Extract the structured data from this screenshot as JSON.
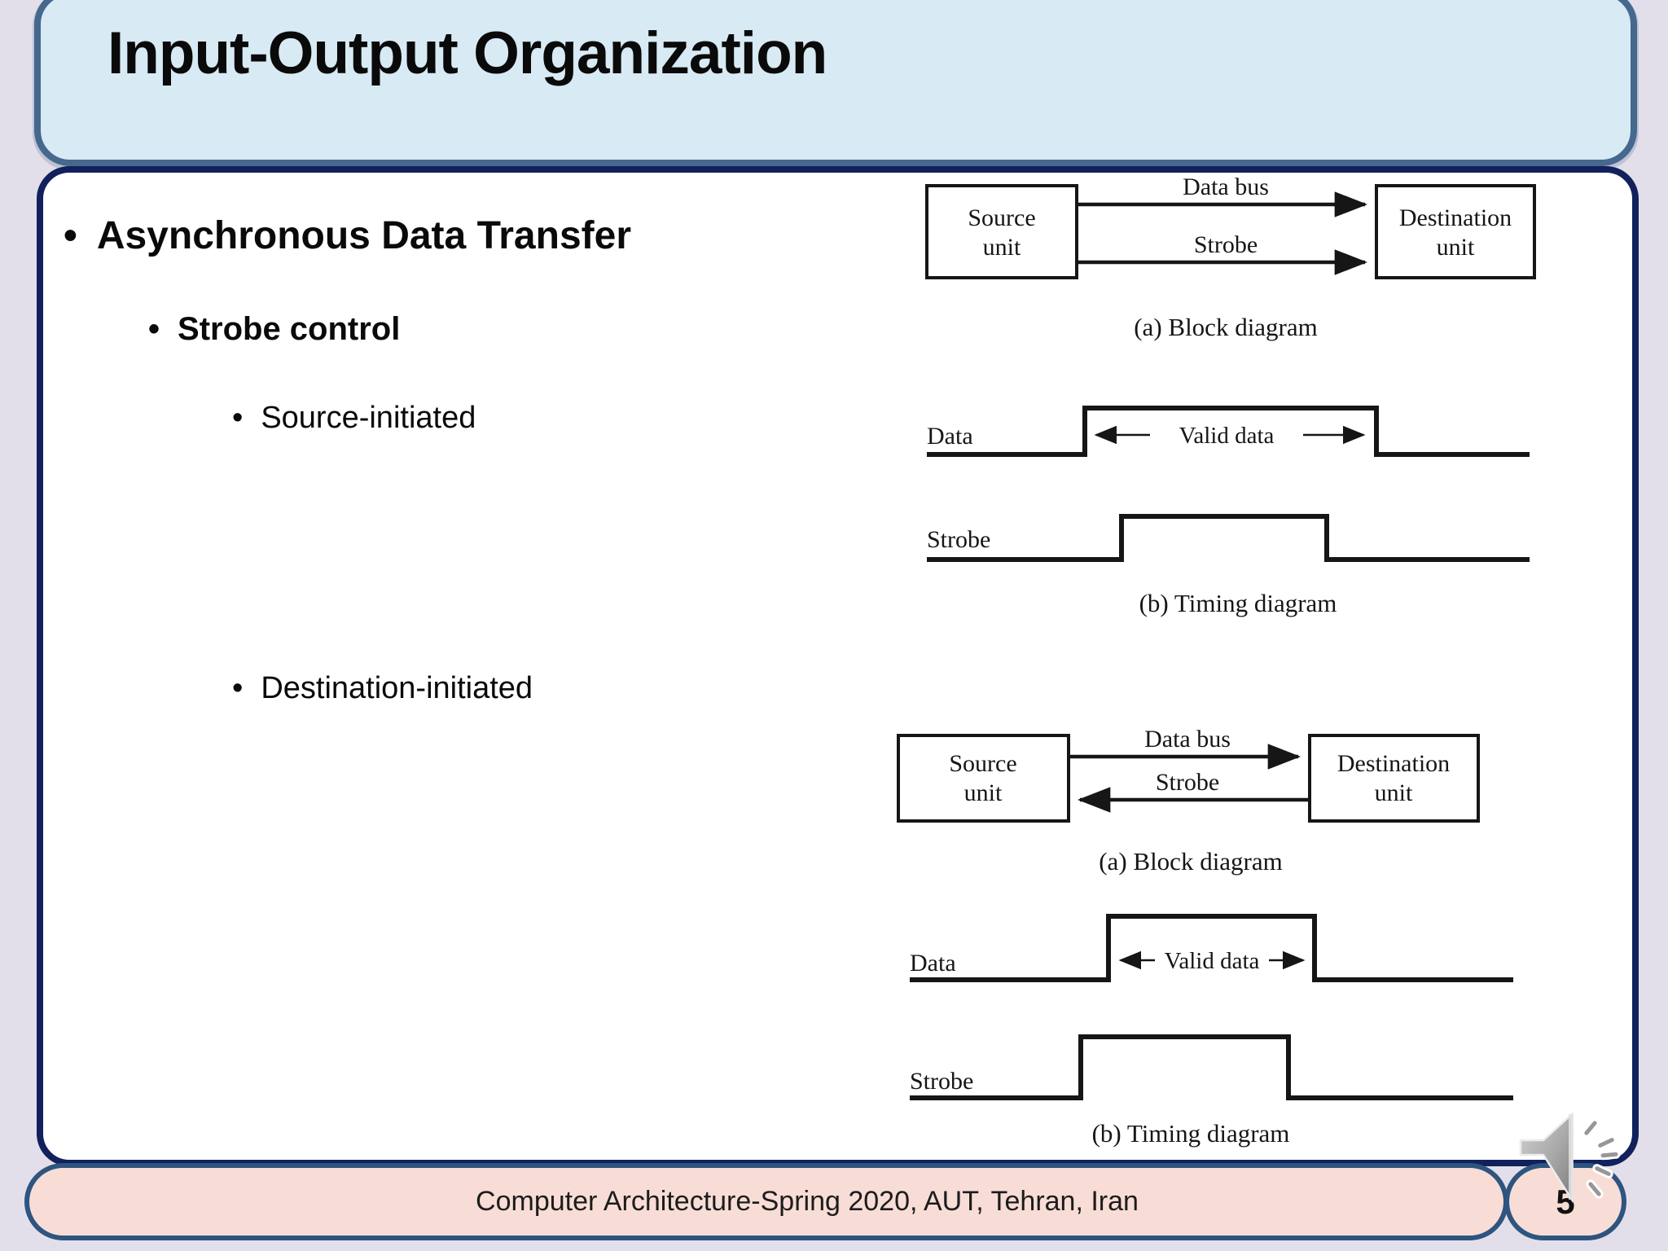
{
  "colors": {
    "page_bg": "#e3dfea",
    "title_fill": "#d8eaf3",
    "title_border": "#46688f",
    "content_border": "#12215c",
    "footer_fill": "#f8ddd6",
    "footer_border": "#2e5480",
    "ink": "#161616",
    "text_color": "#0a0a0a",
    "speaker_gray": "#a9a9a9"
  },
  "slide": {
    "title": "Input-Output Organization",
    "bullet_char": "•",
    "bullets": [
      {
        "label": "Asynchronous Data Transfer",
        "level": 1
      },
      {
        "label": "Strobe control",
        "level": 2
      },
      {
        "label": "Source-initiated",
        "level": 3
      },
      {
        "label": "Destination-initiated",
        "level": 3
      }
    ],
    "footer_text": "Computer Architecture-Spring 2020, AUT, Tehran, Iran",
    "page_number": "5"
  },
  "diagram_source_initiated": {
    "block": {
      "source_line1": "Source",
      "source_line2": "unit",
      "dest_line1": "Destination",
      "dest_line2": "unit",
      "data_bus_label": "Data bus",
      "strobe_label": "Strobe",
      "caption": "(a)  Block diagram"
    },
    "timing": {
      "data_label": "Data",
      "strobe_label": "Strobe",
      "valid_data_label": "Valid data",
      "caption": "(b)  Timing diagram"
    }
  },
  "diagram_destination_initiated": {
    "block": {
      "source_line1": "Source",
      "source_line2": "unit",
      "dest_line1": "Destination",
      "dest_line2": "unit",
      "data_bus_label": "Data bus",
      "strobe_label": "Strobe",
      "caption": "(a) Block diagram"
    },
    "timing": {
      "data_label": "Data",
      "strobe_label": "Strobe",
      "valid_data_label": "Valid data",
      "caption": "(b) Timing diagram"
    }
  }
}
